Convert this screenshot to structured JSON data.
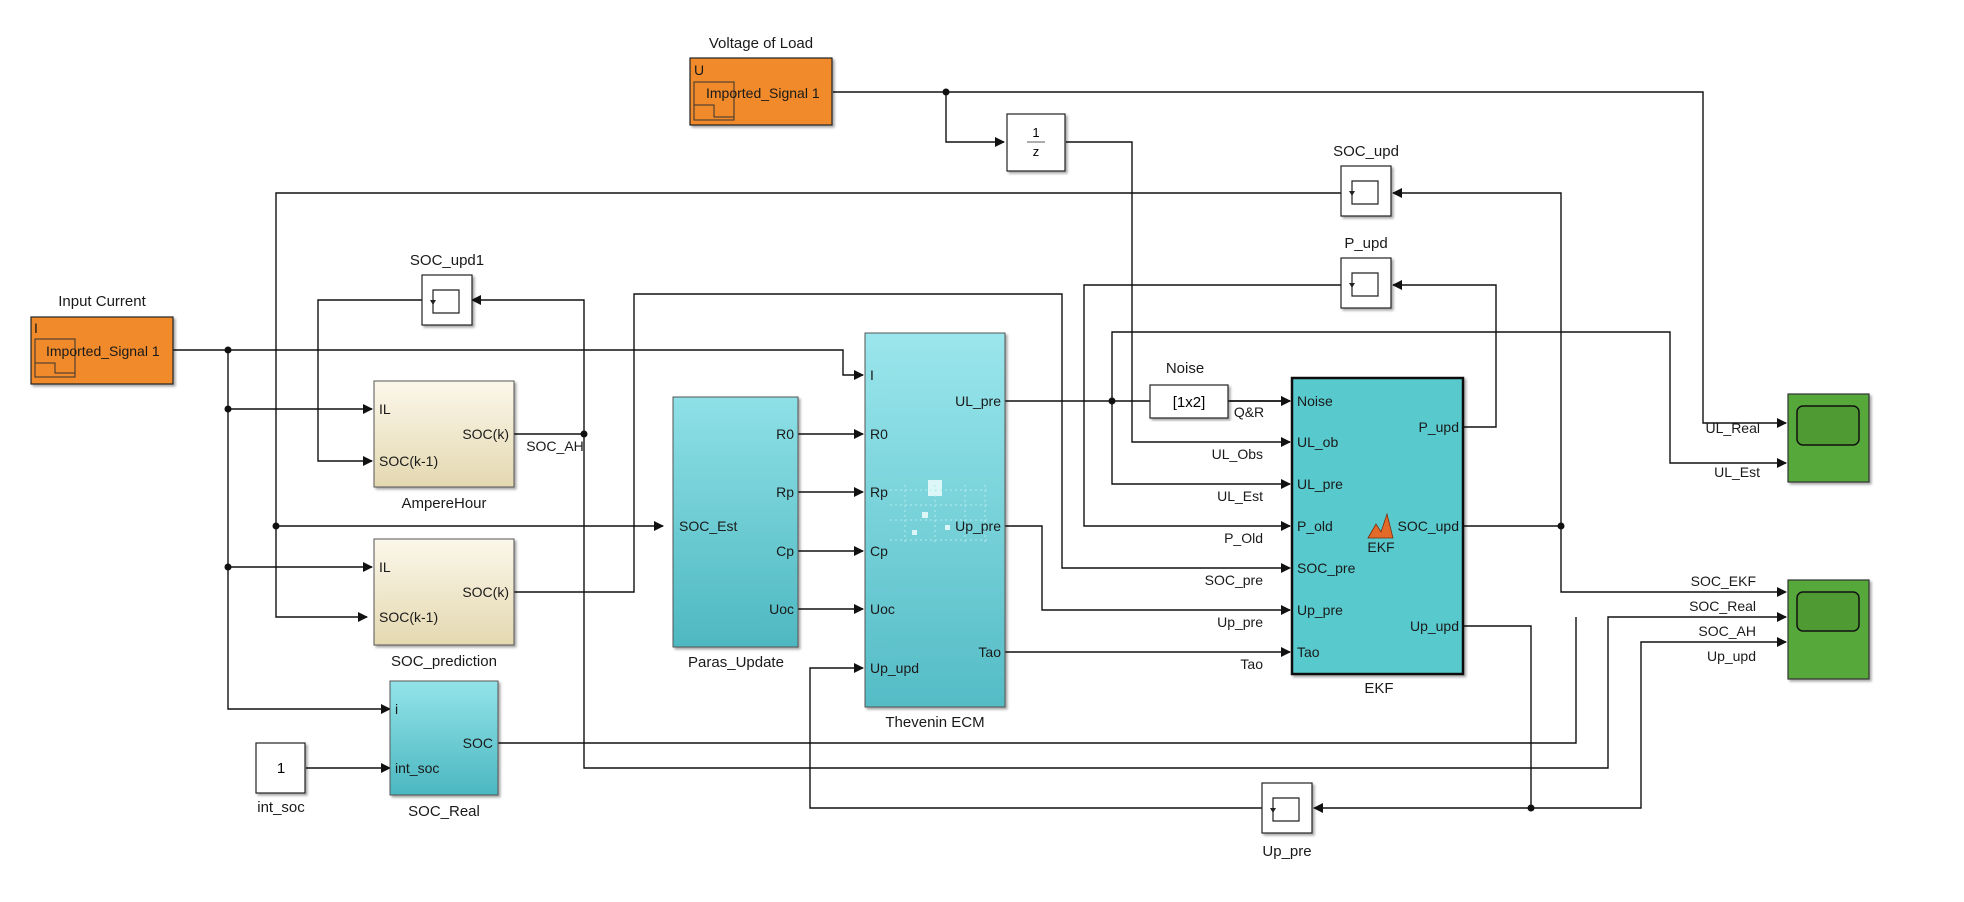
{
  "colors": {
    "source": "#f08a2c",
    "scope": "#57a83a",
    "ecm": "#8fe0e6",
    "params": "#62cdd6",
    "calc": "#f3ecd4",
    "ekf": "#56c9cd"
  },
  "blocks": {
    "voltage_load": {
      "title": "Voltage of Load",
      "inner": "Imported_Signal 1",
      "port": "U"
    },
    "input_current": {
      "title": "Input Current",
      "inner": "Imported_Signal 1",
      "port": "I"
    },
    "unit_delay": {
      "num": "1",
      "den": "z"
    },
    "soc_upd": {
      "name": "SOC_upd"
    },
    "p_upd": {
      "name": "P_upd"
    },
    "soc_upd1": {
      "name": "SOC_upd1"
    },
    "up_pre_mem": {
      "name": "Up_pre"
    },
    "noise": {
      "title": "Noise",
      "value": "[1x2]",
      "out": "Q&R"
    },
    "ampere_hour": {
      "name": "AmpereHour",
      "in1": "IL",
      "in2": "SOC(k-1)",
      "out": "SOC(k)"
    },
    "soc_prediction": {
      "name": "SOC_prediction",
      "in1": "IL",
      "in2": "SOC(k-1)",
      "out": "SOC(k)"
    },
    "soc_real": {
      "name": "SOC_Real",
      "in1": "i",
      "in2": "int_soc",
      "out": "SOC"
    },
    "int_soc": {
      "value": "1",
      "name": "int_soc"
    },
    "paras_update": {
      "name": "Paras_Update",
      "in": "SOC_Est",
      "outs": [
        "R0",
        "Rp",
        "Cp",
        "Uoc"
      ]
    },
    "thevenin": {
      "name": "Thevenin ECM",
      "ins": [
        "I",
        "R0",
        "Rp",
        "Cp",
        "Uoc",
        "Up_upd"
      ],
      "outs": [
        "UL_pre",
        "Up_pre",
        "Tao"
      ]
    },
    "ekf": {
      "name": "EKF",
      "inner": "EKF",
      "ins": [
        "Noise",
        "UL_ob",
        "UL_pre",
        "P_old",
        "SOC_pre",
        "Up_pre",
        "Tao"
      ],
      "outs": [
        "P_upd",
        "SOC_upd",
        "Up_upd"
      ]
    }
  },
  "signals": {
    "soc_ah": "SOC_AH",
    "ul_obs": "UL_Obs",
    "ul_est": "UL_Est",
    "p_old": "P_Old",
    "soc_pre": "SOC_pre",
    "up_pre": "Up_pre",
    "tao": "Tao",
    "scope1": [
      "UL_Real",
      "UL_Est"
    ],
    "scope2": [
      "SOC_EKF",
      "SOC_Real",
      "SOC_AH",
      "Up_upd"
    ]
  }
}
